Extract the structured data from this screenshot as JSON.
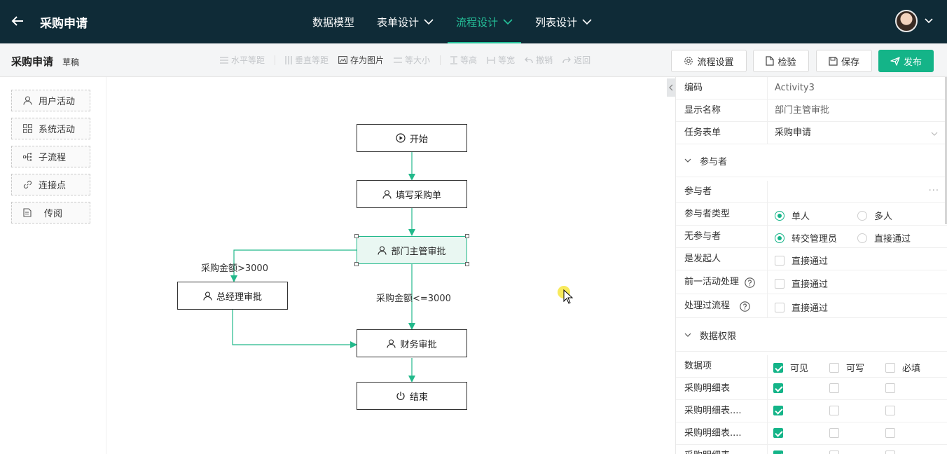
{
  "header": {
    "title": "采购申请",
    "tabs": [
      {
        "label": "数据模型",
        "has_menu": false,
        "active": false
      },
      {
        "label": "表单设计",
        "has_menu": true,
        "active": false
      },
      {
        "label": "流程设计",
        "has_menu": true,
        "active": true
      },
      {
        "label": "列表设计",
        "has_menu": true,
        "active": false
      }
    ]
  },
  "toolbar": {
    "doc_title": "采购申请",
    "doc_status": "草稿",
    "tools": {
      "h_equal": "水平等距",
      "v_equal": "垂直等距",
      "save_image": "存为图片",
      "same_size": "等大小",
      "same_height": "等高",
      "same_width": "等宽",
      "undo": "撤销",
      "redo": "返回"
    },
    "buttons": {
      "settings": "流程设置",
      "check": "检验",
      "save": "保存",
      "publish": "发布"
    }
  },
  "palette": {
    "items": [
      "用户活动",
      "系统活动",
      "子流程",
      "连接点",
      "传阅"
    ]
  },
  "flow": {
    "nodes": {
      "start": "开始",
      "fill": "填写采购单",
      "dept": "部门主管审批",
      "gm": "总经理审批",
      "finance": "财务审批",
      "end": "结束"
    },
    "edges": {
      "over": "采购金额>3000",
      "under": "采购金额<=3000"
    }
  },
  "properties": {
    "code_label": "编码",
    "code_value": "Activity3",
    "name_label": "显示名称",
    "name_value": "部门主管审批",
    "form_label": "任务表单",
    "form_value": "采购申请",
    "participants_section": "参与者",
    "participant_label": "参与者",
    "participant_more": "···",
    "ptype_label": "参与者类型",
    "ptype_single": "单人",
    "ptype_multi": "多人",
    "none_label": "无参与者",
    "none_transfer": "转交管理员",
    "none_pass": "直接通过",
    "initiator_label": "是发起人",
    "initiator_opt": "直接通过",
    "prev_label": "前一活动处理",
    "prev_opt": "直接通过",
    "handled_label": "处理过流程",
    "handled_opt": "直接通过",
    "perm_section": "数据权限",
    "perm_header": {
      "label": "数据项",
      "visible": "可见",
      "writable": "可写",
      "required": "必填"
    },
    "perm_rows": [
      "采购明细表",
      "采购明细表....",
      "采购明细表....",
      "采购明细表"
    ]
  },
  "colors": {
    "accent": "#14b488",
    "topbar": "#0f2b37",
    "active_tab": "#25c29a"
  }
}
